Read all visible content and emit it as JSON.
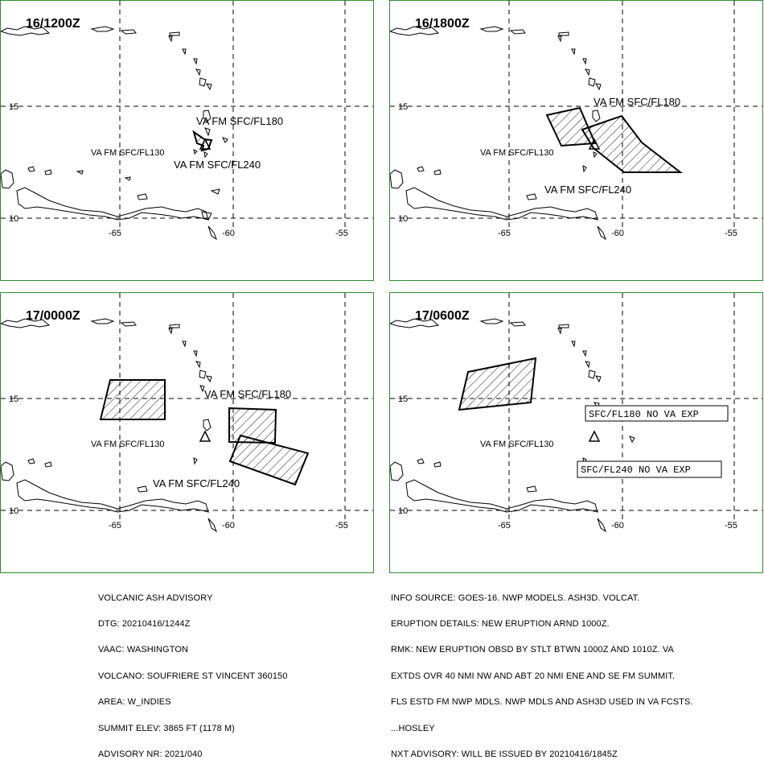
{
  "panels": [
    {
      "time": "16/1200Z",
      "labels": {
        "upper": "VA FM SFC/FL180",
        "left": "VA FM SFC/FL130",
        "lower": "VA FM SFC/FL240"
      },
      "lat_ticks": [
        "15",
        "10"
      ],
      "lon_ticks": [
        "-65",
        "-60",
        "-55"
      ]
    },
    {
      "time": "16/1800Z",
      "labels": {
        "upper": "VA FM SFC/FL180",
        "left": "VA FM SFC/FL130",
        "lower": "VA FM SFC/FL240"
      },
      "lat_ticks": [
        "15",
        "10"
      ],
      "lon_ticks": [
        "-65",
        "-60",
        "-55"
      ]
    },
    {
      "time": "17/0000Z",
      "labels": {
        "upper": "VA FM SFC/FL180",
        "left": "VA FM SFC/FL130",
        "lower": "VA FM SFC/FL240"
      },
      "lat_ticks": [
        "15",
        "10"
      ],
      "lon_ticks": [
        "-65",
        "-60",
        "-55"
      ]
    },
    {
      "time": "17/0600Z",
      "labels": {
        "left": "VA FM SFC/FL130",
        "box_upper": "SFC/FL180 NO VA EXP",
        "box_lower": "SFC/FL240 NO VA EXP"
      },
      "lat_ticks": [
        "15",
        "10"
      ],
      "lon_ticks": [
        "-65",
        "-60",
        "-55"
      ]
    }
  ],
  "advisory_left": [
    "VOLCANIC ASH ADVISORY",
    "DTG: 20210416/1244Z",
    "VAAC: WASHINGTON",
    "VOLCANO: SOUFRIERE ST VINCENT 360150",
    "AREA: W_INDIES",
    "SUMMIT ELEV: 3865 FT (1178 M)",
    "ADVISORY NR: 2021/040"
  ],
  "advisory_right": [
    "INFO SOURCE: GOES-16. NWP MODELS. ASH3D. VOLCAT.",
    "ERUPTION DETAILS: NEW ERUPTION ARND 1000Z.",
    "RMK: NEW ERUPTION OBSD BY STLT BTWN 1000Z AND 1010Z. VA",
    "EXTDS OVR 40 NMI NW AND ABT 20 NMI ENE AND SE FM SUMMIT.",
    "FLS ESTD FM NWP MDLS. NWP MDLS AND ASH3D USED IN VA FCSTS.",
    "...HOSLEY",
    "NXT ADVISORY: WILL BE ISSUED BY 20210416/1845Z"
  ]
}
